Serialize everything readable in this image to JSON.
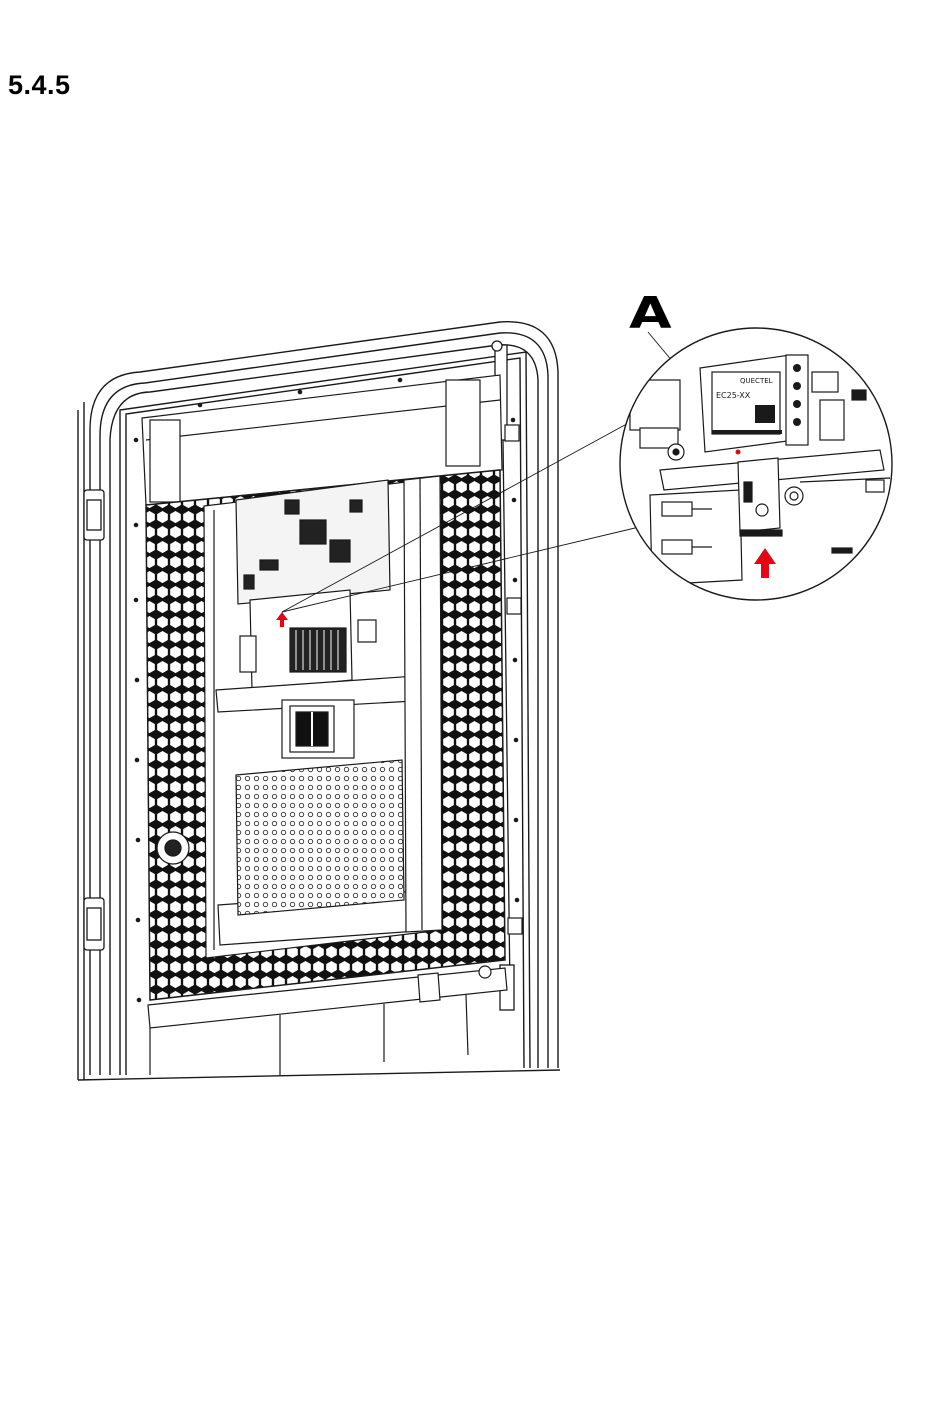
{
  "section": {
    "number": "5.4.5"
  },
  "figure": {
    "callout_label": "A",
    "module_text_brand": "QUECTEL",
    "module_text_model": "EC25-XX",
    "arrow_color": "#e30613",
    "line_color": "#1a1a1a"
  }
}
